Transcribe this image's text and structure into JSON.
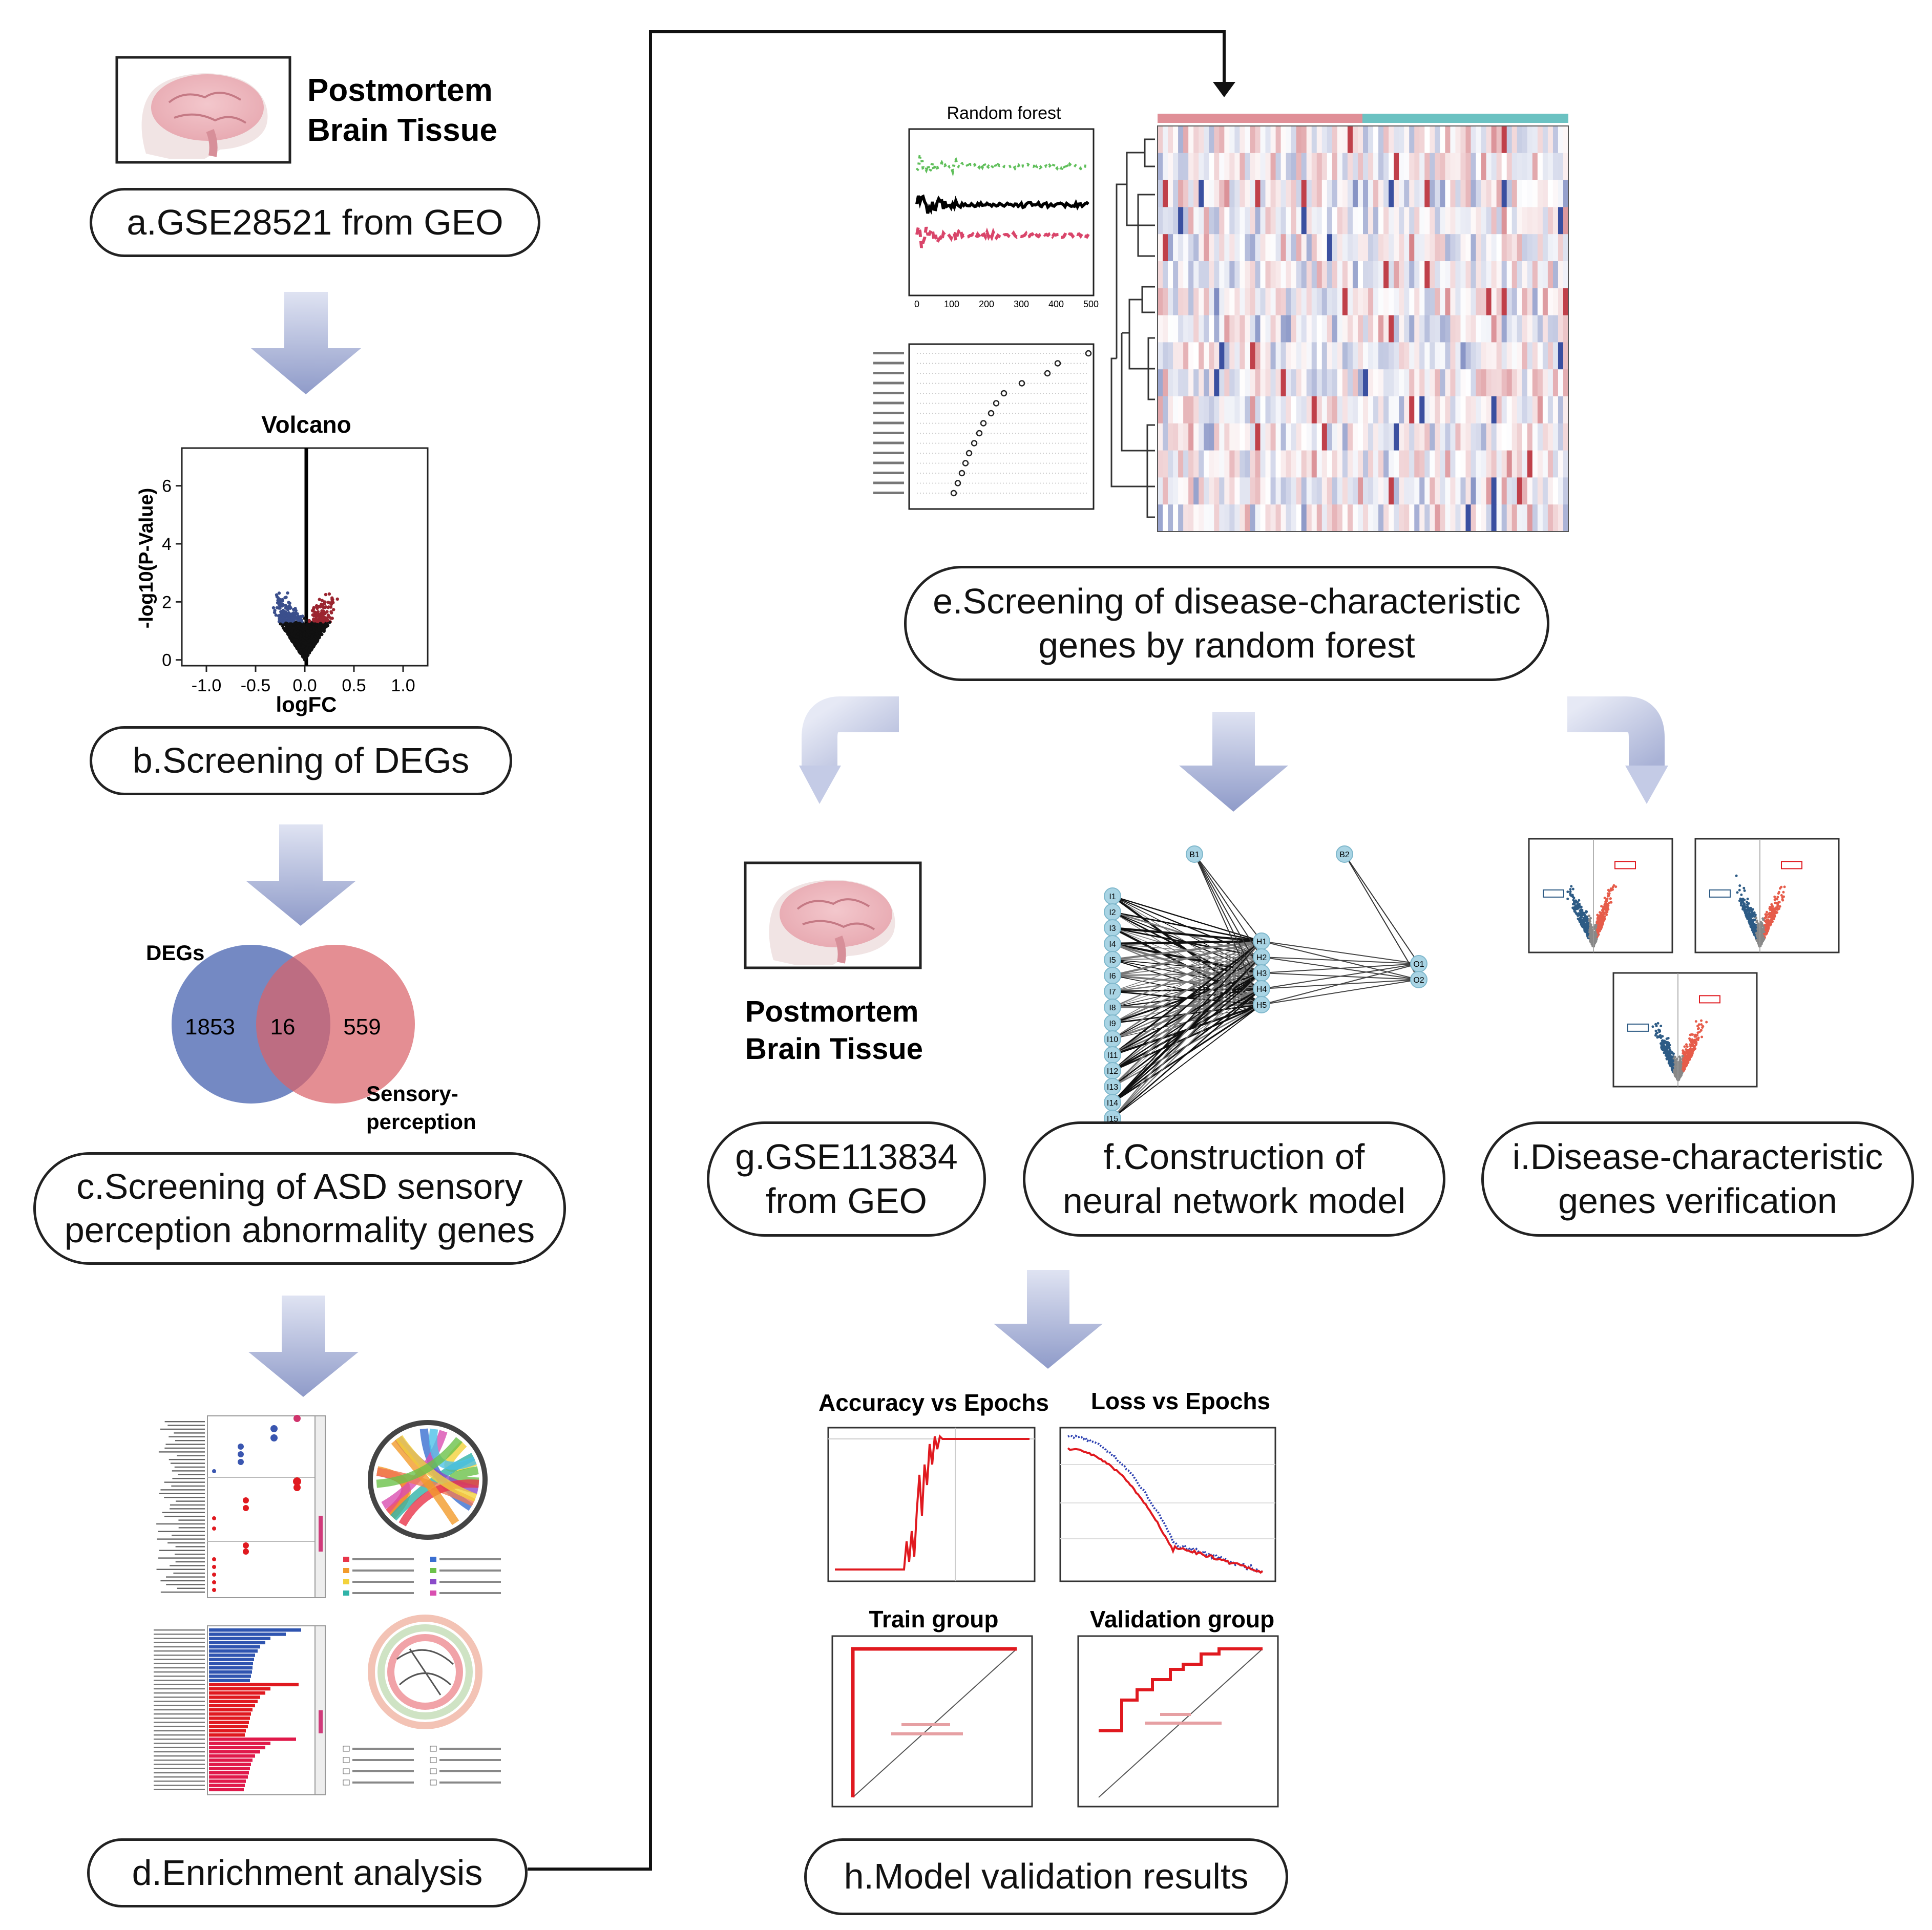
{
  "steps": {
    "a": "a.GSE28521 from GEO",
    "b": "b.Screening of DEGs",
    "c_line1": "c.Screening of ASD sensory",
    "c_line2": "perception abnormality genes",
    "d": "d.Enrichment analysis",
    "e_line1": "e.Screening of disease-characteristic",
    "e_line2": "genes by random forest",
    "f_line1": "f.Construction of",
    "f_line2": "neural network model",
    "g_line1": "g.GSE113834",
    "g_line2": "from GEO",
    "h": "h.Model validation results",
    "i_line1": "i.Disease-characteristic",
    "i_line2": "genes verification"
  },
  "tissue": {
    "line1": "Postmortem",
    "line2": "Brain Tissue"
  },
  "volcano": {
    "title": "Volcano",
    "xlabel": "logFC",
    "ylabel": "-log10(P-Value)",
    "xticks": [
      "-1.0",
      "-0.5",
      "0.0",
      "0.5",
      "1.0"
    ],
    "yticks": [
      "0",
      "2",
      "4",
      "6"
    ]
  },
  "venn": {
    "left_label": "DEGs",
    "right_label_1": "Sensory-",
    "right_label_2": "perception",
    "left_only": "1853",
    "overlap": "16",
    "right_only": "559"
  },
  "random_forest": {
    "title": "Random forest",
    "xticks": [
      "0",
      "100",
      "200",
      "300",
      "400",
      "500"
    ]
  },
  "network": {
    "inputs": [
      "I1",
      "I2",
      "I3",
      "I4",
      "I5",
      "I6",
      "I7",
      "I8",
      "I9",
      "I10",
      "I11",
      "I12",
      "I13",
      "I14",
      "I15"
    ],
    "hidden": [
      "H1",
      "H2",
      "H3",
      "H4",
      "H5"
    ],
    "outputs": [
      "O1",
      "O2"
    ],
    "bias1": "B1",
    "bias2": "B2"
  },
  "validation": {
    "acc_title": "Accuracy vs Epochs",
    "loss_title": "Loss vs Epochs",
    "train_title": "Train group",
    "valid_title": "Validation group"
  },
  "colors": {
    "blue": "#3b4f8c",
    "red": "#9b2530",
    "arrow": "#8f9bc9",
    "venn_left": "#5c74b8",
    "venn_right": "#d9626a",
    "node": "#a9d4e4",
    "heat_hi": "#c0404a",
    "heat_lo": "#3a4fa0"
  }
}
